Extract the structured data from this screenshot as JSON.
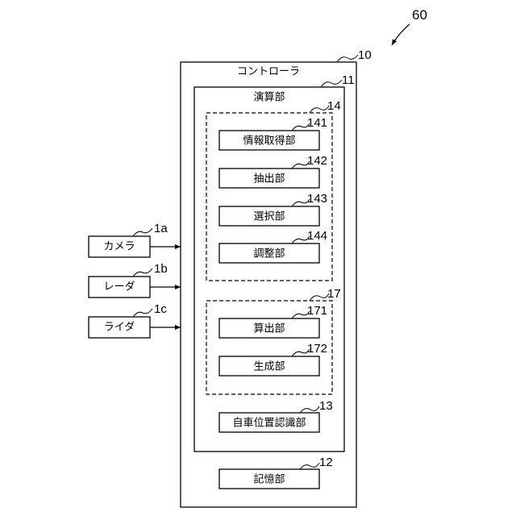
{
  "diagram": {
    "system_ref": "60",
    "controller": {
      "label": "コントローラ",
      "ref": "10"
    },
    "compute": {
      "label": "演算部",
      "ref": "11"
    },
    "group14": {
      "ref": "14",
      "units": [
        {
          "label": "情報取得部",
          "ref": "141"
        },
        {
          "label": "抽出部",
          "ref": "142"
        },
        {
          "label": "選択部",
          "ref": "143"
        },
        {
          "label": "調整部",
          "ref": "144"
        }
      ]
    },
    "group17": {
      "ref": "17",
      "units": [
        {
          "label": "算出部",
          "ref": "171"
        },
        {
          "label": "生成部",
          "ref": "172"
        }
      ]
    },
    "self_position": {
      "label": "自車位置認識部",
      "ref": "13"
    },
    "storage": {
      "label": "記憶部",
      "ref": "12"
    },
    "sensors": [
      {
        "label": "カメラ",
        "ref": "1a"
      },
      {
        "label": "レーダ",
        "ref": "1b"
      },
      {
        "label": "ライダ",
        "ref": "1c"
      }
    ]
  }
}
